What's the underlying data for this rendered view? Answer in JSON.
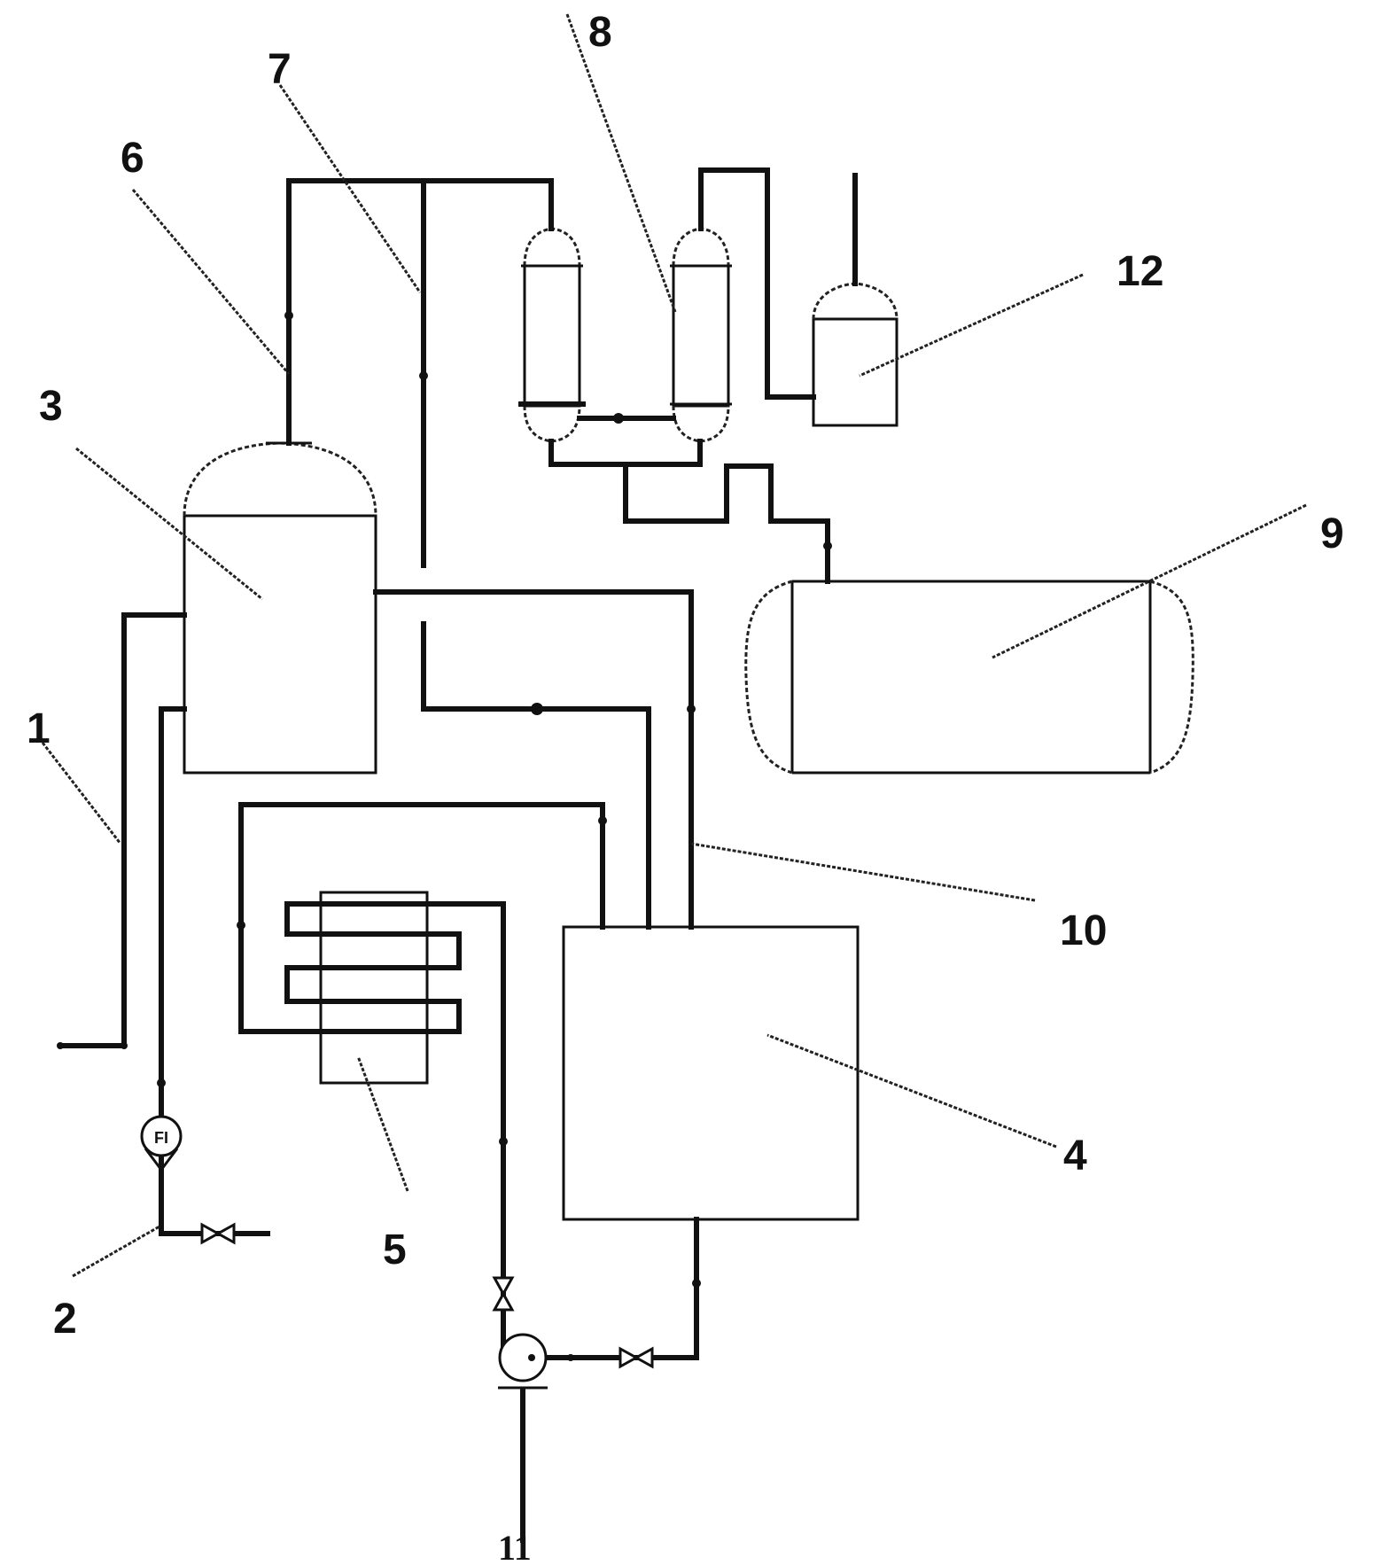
{
  "labels": {
    "l1": "1",
    "l2": "2",
    "l3": "3",
    "l4": "4",
    "l5": "5",
    "l6": "6",
    "l7": "7",
    "l8": "8",
    "l9": "9",
    "l10": "10",
    "l11": "11",
    "l12": "12"
  },
  "flowmeter_text": "FI"
}
